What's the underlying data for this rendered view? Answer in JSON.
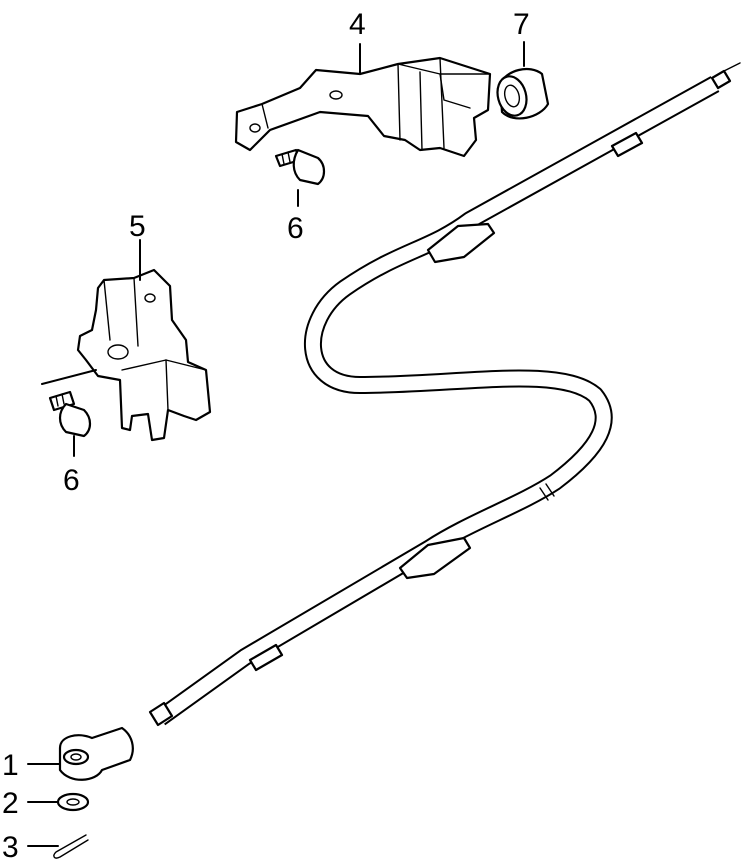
{
  "callouts": [
    {
      "id": "c1",
      "text": "1"
    },
    {
      "id": "c2",
      "text": "2"
    },
    {
      "id": "c3",
      "text": "3"
    },
    {
      "id": "c4",
      "text": "4"
    },
    {
      "id": "c5",
      "text": "5"
    },
    {
      "id": "c6a",
      "text": "6"
    },
    {
      "id": "c6b",
      "text": "6"
    },
    {
      "id": "c7",
      "text": "7"
    }
  ]
}
